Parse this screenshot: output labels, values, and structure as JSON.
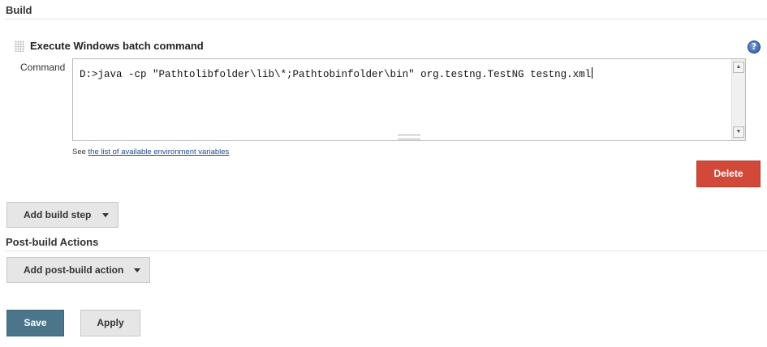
{
  "build": {
    "title": "Build",
    "step": {
      "title": "Execute Windows batch command",
      "help_glyph": "?",
      "command_label": "Command",
      "command_value": "D:>java -cp \"Pathtolibfolder\\lib\\*;Pathtobinfolder\\bin\" org.testng.TestNG testng.xml",
      "env_note_prefix": "See",
      "env_note_link": "the list of available environment variables",
      "delete_label": "Delete"
    },
    "add_step_label": "Add build step"
  },
  "post_build": {
    "title": "Post-build Actions",
    "add_action_label": "Add post-build action"
  },
  "footer": {
    "save_label": "Save",
    "apply_label": "Apply"
  },
  "colors": {
    "delete": "#d24939",
    "save": "#4b758b",
    "link": "#204a87"
  },
  "icons": {
    "help": "help-icon",
    "drag": "drag-handle-icon",
    "dropdown": "chevron-down-icon"
  }
}
